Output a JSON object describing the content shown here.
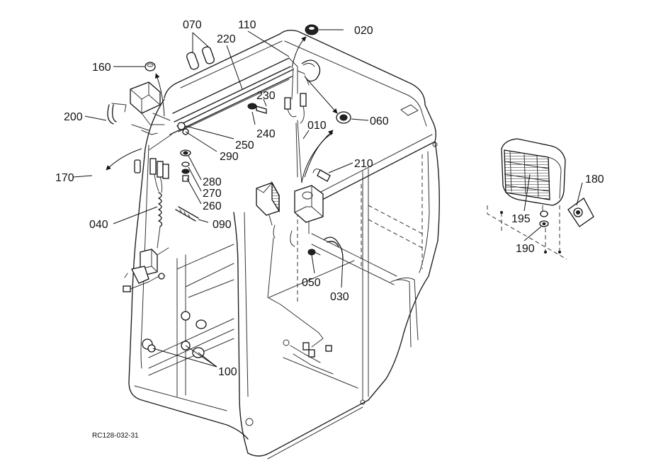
{
  "reference_code": "RC128-032-31",
  "part_numbers": [
    {
      "id": "p020",
      "text": "020"
    },
    {
      "id": "p070",
      "text": "070"
    },
    {
      "id": "p110",
      "text": "110"
    },
    {
      "id": "p220",
      "text": "220"
    },
    {
      "id": "p160",
      "text": "160"
    },
    {
      "id": "p230",
      "text": "230"
    },
    {
      "id": "p060",
      "text": "060"
    },
    {
      "id": "p010",
      "text": "010"
    },
    {
      "id": "p200",
      "text": "200"
    },
    {
      "id": "p240",
      "text": "240"
    },
    {
      "id": "p250",
      "text": "250"
    },
    {
      "id": "p290",
      "text": "290"
    },
    {
      "id": "p210",
      "text": "210"
    },
    {
      "id": "p170",
      "text": "170"
    },
    {
      "id": "p280",
      "text": "280"
    },
    {
      "id": "p270",
      "text": "270"
    },
    {
      "id": "p260",
      "text": "260"
    },
    {
      "id": "p180",
      "text": "180"
    },
    {
      "id": "p040",
      "text": "040"
    },
    {
      "id": "p090",
      "text": "090"
    },
    {
      "id": "p195",
      "text": "195"
    },
    {
      "id": "p190",
      "text": "190"
    },
    {
      "id": "p050",
      "text": "050"
    },
    {
      "id": "p030",
      "text": "030"
    },
    {
      "id": "p100",
      "text": "100"
    }
  ]
}
